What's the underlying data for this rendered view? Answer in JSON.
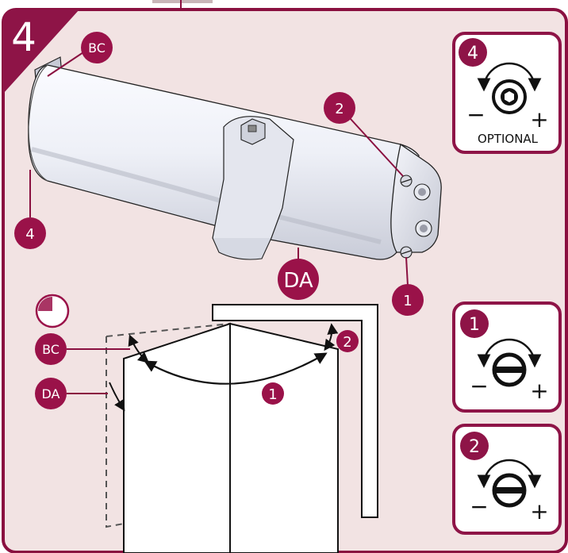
{
  "step": {
    "number": "4"
  },
  "closer_callouts": {
    "bc": "BC",
    "valve_2": "2",
    "valve_4": "4",
    "da": "DA",
    "valve_1": "1"
  },
  "door_callouts": {
    "bc": "BC",
    "da": "DA",
    "arc_1": "1",
    "arc_2": "2"
  },
  "panels": [
    {
      "badge": "4",
      "caption": "OPTIONAL",
      "icon": "hex-socket-dial-icon"
    },
    {
      "badge": "1",
      "caption": "",
      "icon": "slotted-screw-dial-icon"
    },
    {
      "badge": "2",
      "caption": "",
      "icon": "slotted-screw-dial-icon"
    }
  ],
  "signs": {
    "minus": "−",
    "plus": "+"
  },
  "colors": {
    "brand": "#9a1249",
    "frame_border": "#8a1040",
    "background": "#f2e3e3",
    "closer_body": "#eef0f6"
  }
}
